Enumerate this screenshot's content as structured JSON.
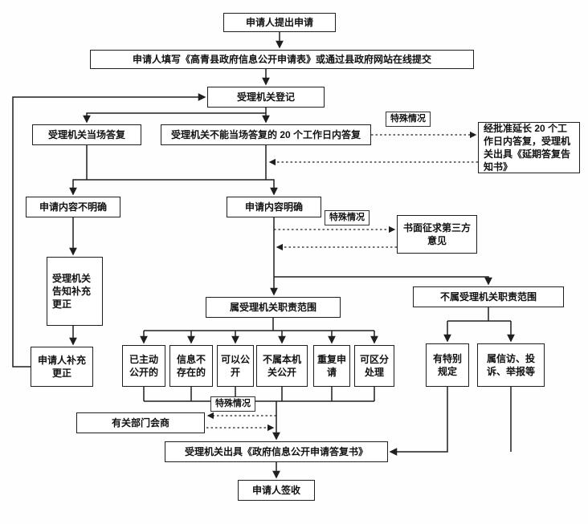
{
  "colors": {
    "line": "#1f1f1f",
    "box_border": "#1f1f1f",
    "box_background": "#ffffff",
    "page_background": "#fefefe"
  },
  "tags": {
    "special_case": "特殊情况"
  },
  "nodes": {
    "applicant_submit": {
      "label": "申请人提出申请"
    },
    "fill_form": {
      "label": "申请人填写《高青县政府信息公开申请表》或通过县政府网站在线提交"
    },
    "register": {
      "label": "受理机关登记"
    },
    "onspot_reply": {
      "label": "受理机关当场答复"
    },
    "within_20_days": {
      "label": "受理机关不能当场答复的 20 个工作日内答复"
    },
    "extension": {
      "label": "经批准延长 20 个工作日内答复，受理机关出具《延期答复告知书》"
    },
    "unclear": {
      "label": "申请内容不明确"
    },
    "clear": {
      "label": "申请内容明确"
    },
    "third_party": {
      "label": "书面征求第三方意见"
    },
    "notify_correction": {
      "label": "受理机关告知补充更正"
    },
    "in_scope": {
      "label": "属受理机关职责范围"
    },
    "out_scope": {
      "label": "不属受理机关职责范围"
    },
    "applicant_correction": {
      "label": "申请人补充更正"
    },
    "already_public": {
      "label": "已主动公开的"
    },
    "not_exist": {
      "label": "信息不存在的"
    },
    "can_public": {
      "label": "可以公开"
    },
    "not_this_agency": {
      "label": "不属本机关公开"
    },
    "repeat_apply": {
      "label": "重复申请"
    },
    "separable": {
      "label": "可区分处理"
    },
    "special_provision": {
      "label": "有特别规定"
    },
    "petition": {
      "label": "属信访、投诉、举报等"
    },
    "consult": {
      "label": "有关部门会商"
    },
    "reply_letter": {
      "label": "受理机关出具《政府信息公开申请答复书》"
    },
    "sign_receipt": {
      "label": "申请人签收"
    }
  }
}
